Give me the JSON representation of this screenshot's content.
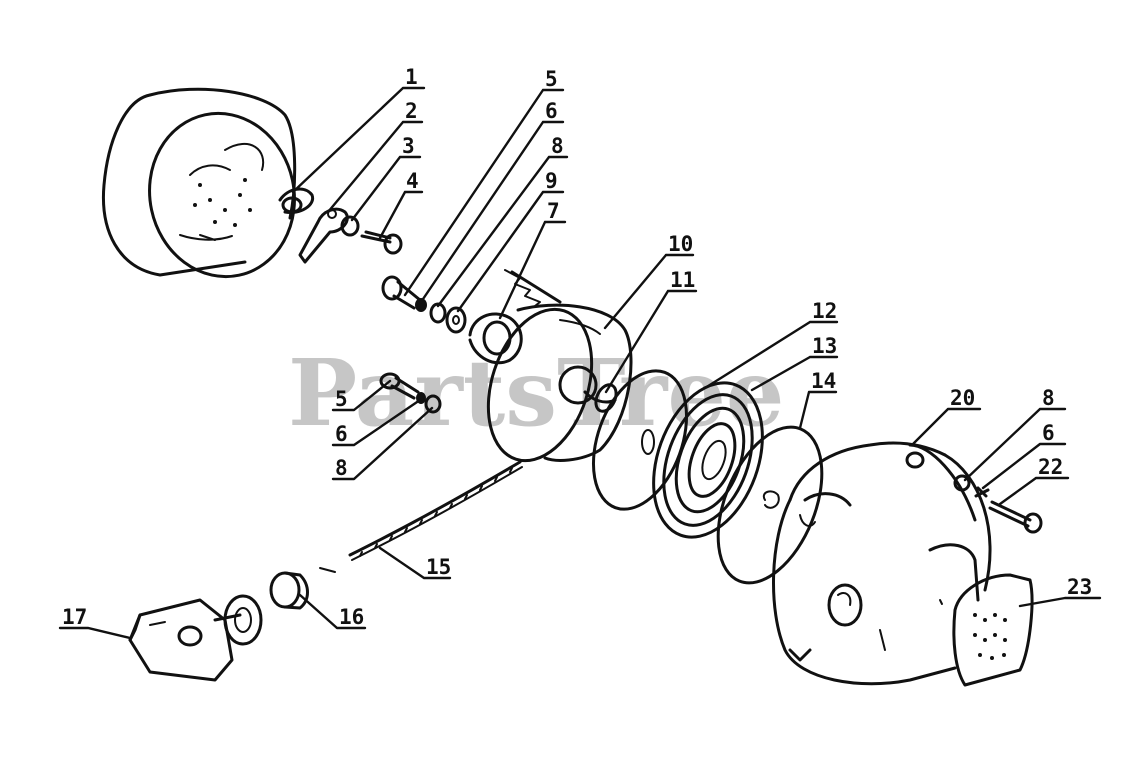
{
  "watermark": {
    "text": "PartsTree",
    "color": "#bdbdbd"
  },
  "ink_color": "#111111",
  "background_color": "#ffffff",
  "callouts": [
    {
      "id": "c1",
      "label": "1"
    },
    {
      "id": "c2",
      "label": "2"
    },
    {
      "id": "c3",
      "label": "3"
    },
    {
      "id": "c4",
      "label": "4"
    },
    {
      "id": "c5a",
      "label": "5"
    },
    {
      "id": "c6a",
      "label": "6"
    },
    {
      "id": "c8a",
      "label": "8"
    },
    {
      "id": "c9",
      "label": "9"
    },
    {
      "id": "c7",
      "label": "7"
    },
    {
      "id": "c10",
      "label": "10"
    },
    {
      "id": "c11",
      "label": "11"
    },
    {
      "id": "c12",
      "label": "12"
    },
    {
      "id": "c13",
      "label": "13"
    },
    {
      "id": "c14",
      "label": "14"
    },
    {
      "id": "c5b",
      "label": "5"
    },
    {
      "id": "c6b",
      "label": "6"
    },
    {
      "id": "c8b",
      "label": "8"
    },
    {
      "id": "c20",
      "label": "20"
    },
    {
      "id": "c8c",
      "label": "8"
    },
    {
      "id": "c6c",
      "label": "6"
    },
    {
      "id": "c22",
      "label": "22"
    },
    {
      "id": "c23",
      "label": "23"
    },
    {
      "id": "c15",
      "label": "15"
    },
    {
      "id": "c16",
      "label": "16"
    },
    {
      "id": "c17",
      "label": "17"
    }
  ]
}
